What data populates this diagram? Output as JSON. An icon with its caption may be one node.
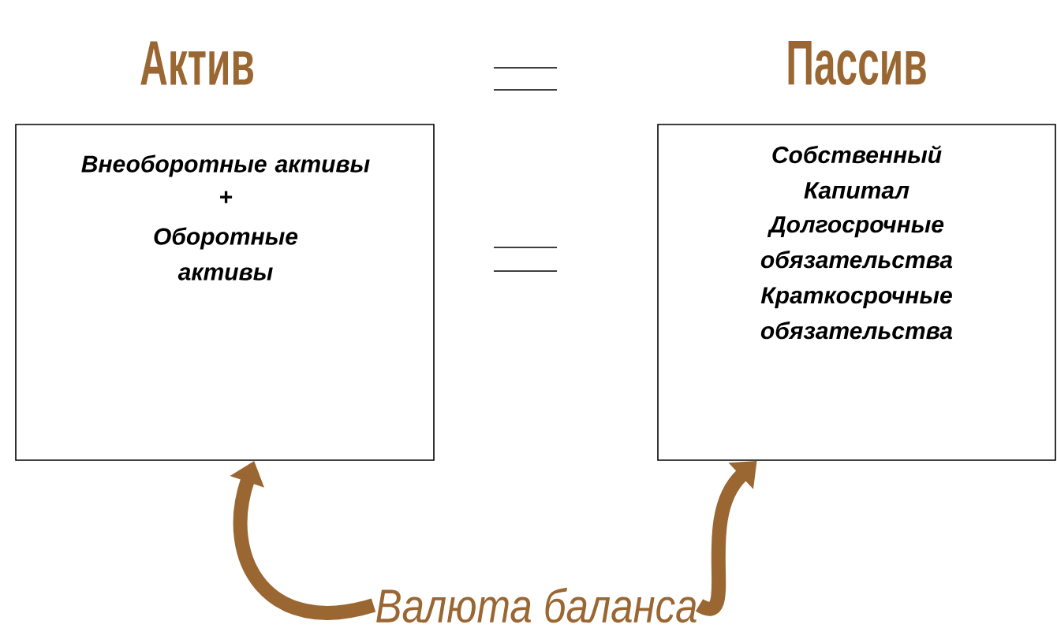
{
  "diagram": {
    "nodes": [
      {
        "text": [
          "Актив",
          "Внеоборотные активы",
          "+",
          "Оборотные активы"
        ]
      },
      {
        "text": [
          "Пассив",
          "Собственный Капитал",
          "Долгосрочные обязательства",
          "Краткосрочные обязательства"
        ]
      },
      {
        "text": [
          "Валюта баланса"
        ]
      }
    ],
    "edges": [
      {
        "from": 2,
        "to": 0,
        "arrow": "to"
      },
      {
        "from": 2,
        "to": 1,
        "arrow": "to"
      }
    ]
  }
}
